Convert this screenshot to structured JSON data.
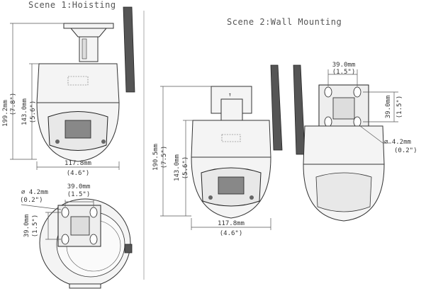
{
  "scenes": {
    "scene1_title": "Scene 1:Hoisting",
    "scene2_title": "Scene 2:Wall Mounting"
  },
  "dimensions": {
    "height_total_mm": "199.2mm",
    "height_total_in": "(7.8\")",
    "height_dome_mm": "143.0mm",
    "height_dome_in": "(5.6\")",
    "width_mm": "117.8mm",
    "width_in": "(4.6\")",
    "wall_height_total_mm": "190.5mm",
    "wall_height_total_in": "(7.5\")",
    "hole_spacing_mm": "39.0mm",
    "hole_spacing_in": "(1.5\")",
    "hole_diameter_mm": "∅ 4.2mm",
    "hole_diameter_in": "(0.2\")"
  }
}
